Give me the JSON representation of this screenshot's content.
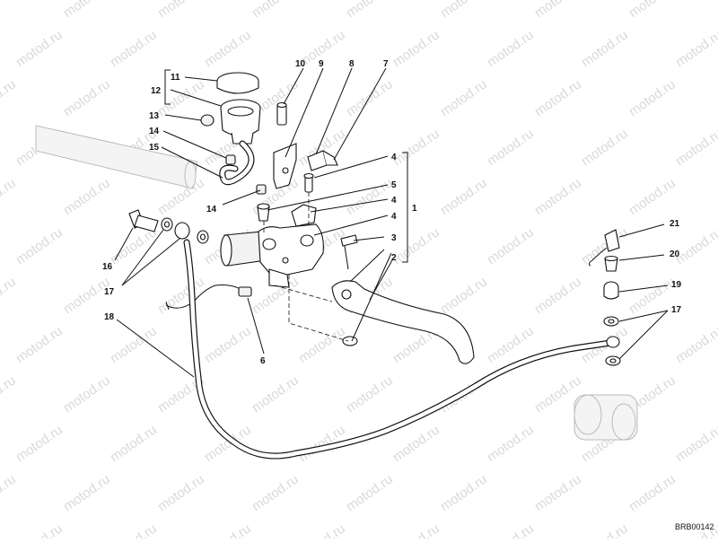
{
  "watermark": "motod.ru",
  "drawing_code": "BRB00142",
  "callouts": [
    "1",
    "2",
    "3",
    "3",
    "4",
    "4",
    "4",
    "5",
    "6",
    "7",
    "8",
    "9",
    "10",
    "11",
    "12",
    "13",
    "14",
    "14",
    "15",
    "16",
    "17",
    "17",
    "18",
    "19",
    "20",
    "21"
  ]
}
